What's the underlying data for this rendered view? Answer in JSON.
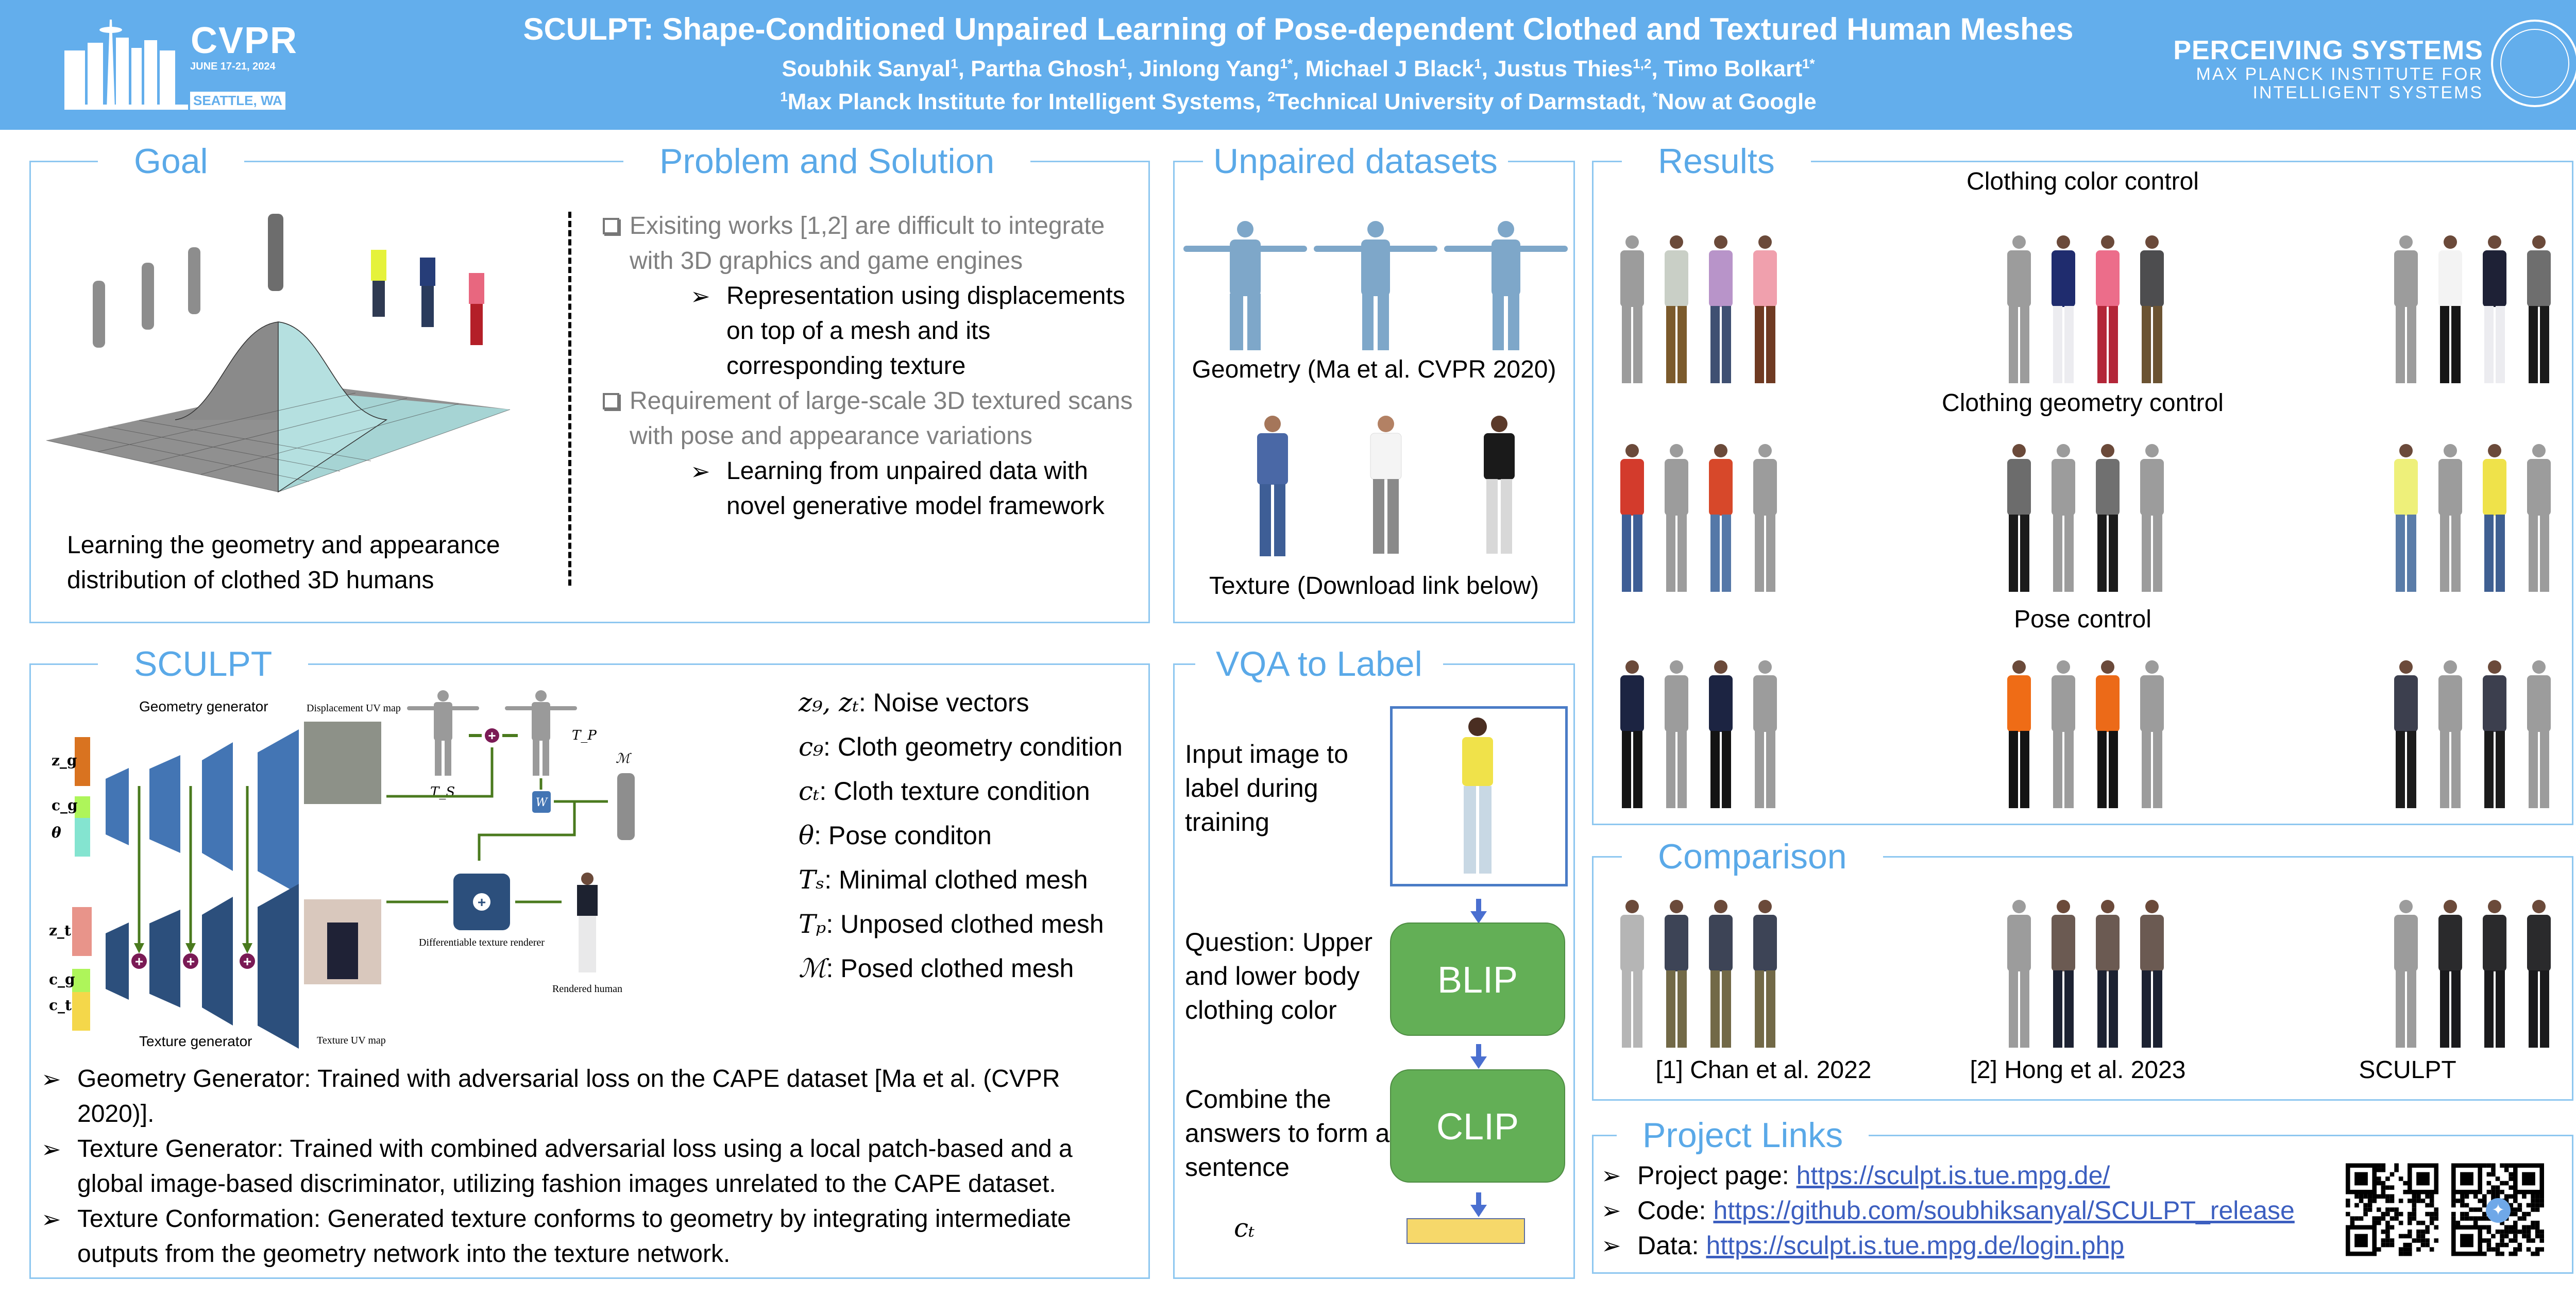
{
  "header": {
    "conference": {
      "name": "CVPR",
      "dates": "JUNE 17-21, 2024",
      "location": "SEATTLE, WA"
    },
    "title": "SCULPT: Shape-Conditioned Unpaired Learning of Pose-dependent Clothed and Textured Human Meshes",
    "authors": [
      {
        "name": "Soubhik Sanyal",
        "sup": "1"
      },
      {
        "name": "Partha Ghosh",
        "sup": "1"
      },
      {
        "name": "Jinlong Yang",
        "sup": "1*"
      },
      {
        "name": "Michael J Black",
        "sup": "1"
      },
      {
        "name": "Justus Thies",
        "sup": "1,2"
      },
      {
        "name": "Timo Bolkart",
        "sup": "1*"
      }
    ],
    "affiliations": [
      {
        "sup": "1",
        "name": "Max Planck Institute for Intelligent Systems"
      },
      {
        "sup": "2",
        "name": "Technical University of Darmstadt"
      },
      {
        "sup": "*",
        "name": "Now at Google"
      }
    ],
    "institute": {
      "group": "PERCEIVING SYSTEMS",
      "line1": "MAX PLANCK INSTITUTE FOR",
      "line2": "INTELLIGENT SYSTEMS"
    }
  },
  "goal": {
    "title": "Goal",
    "caption_line1": "Learning the geometry and appearance",
    "caption_line2": "distribution of clothed 3D humans"
  },
  "problem": {
    "title": "Problem and Solution",
    "items": [
      {
        "problem": "Exisiting works [1,2] are difficult to integrate with 3D graphics and game engines",
        "solution": "Representation using displacements on top of a mesh and its corresponding texture"
      },
      {
        "problem": "Requirement of large-scale 3D textured scans with pose and appearance variations",
        "solution": "Learning from unpaired data with novel generative model framework"
      }
    ]
  },
  "unpaired": {
    "title": "Unpaired datasets",
    "geometry_caption": "Geometry (Ma et al. CVPR 2020)",
    "texture_caption": "Texture (Download link below)"
  },
  "results": {
    "title": "Results",
    "sections": [
      {
        "label": "Clothing color control"
      },
      {
        "label": "Clothing geometry control"
      },
      {
        "label": "Pose control"
      }
    ]
  },
  "sculpt": {
    "title": "SCULPT",
    "diagram": {
      "geometry_generator": "Geometry generator",
      "texture_generator": "Texture generator",
      "inputs_geometry": [
        "z_g",
        "c_g",
        "θ"
      ],
      "inputs_texture": [
        "z_t",
        "c_g",
        "c_t"
      ],
      "displacement_map": "Displacement UV map",
      "texture_map": "Texture UV map",
      "ts_label": "T_S",
      "tp_label": "T_P",
      "m_label": "ℳ",
      "w_label": "W",
      "renderer": "Differentiable texture renderer",
      "rendered": "Rendered human",
      "colors": {
        "geometry_block": "#4375b4",
        "texture_block": "#2c4f7c",
        "arrow": "#4a7a1e",
        "plus": "#7a1a55",
        "z_g": "#d97320",
        "c_g": "#aef55a",
        "theta": "#84e4d0",
        "z_t": "#e8948a",
        "c_t": "#f4d74a"
      }
    },
    "legend": [
      {
        "symbol": "z₉, zₜ",
        "text": ": Noise vectors"
      },
      {
        "symbol": "c₉",
        "text": ": Cloth geometry condition"
      },
      {
        "symbol": "cₜ",
        "text": ": Cloth texture condition"
      },
      {
        "symbol": "θ",
        "text": ":  Pose conditon"
      },
      {
        "symbol": "Tₛ",
        "text": ":  Minimal clothed mesh"
      },
      {
        "symbol": "Tₚ",
        "text": ":  Unposed clothed mesh"
      },
      {
        "symbol": "ℳ",
        "text": ": Posed clothed mesh"
      }
    ],
    "bullets": [
      "Geometry Generator: Trained with adversarial loss on the CAPE dataset [Ma et al. (CVPR 2020)].",
      "Texture Generator: Trained with combined adversarial loss using a local patch-based and a global image-based discriminator, utilizing fashion images unrelated to the CAPE dataset.",
      "Texture Conformation: Generated texture conforms to geometry by integrating intermediate outputs from the geometry network into the texture network."
    ]
  },
  "vqa": {
    "title": "VQA to Label",
    "step1": "Input image to label during training",
    "step2": "Question: Upper and lower body clothing color",
    "step3": "Combine the answers to form a sentence",
    "output_symbol": "cₜ",
    "blip": "BLIP",
    "clip": "CLIP"
  },
  "comparison": {
    "title": "Comparison",
    "methods": [
      "[1] Chan et al. 2022",
      "[2] Hong et al. 2023",
      "SCULPT"
    ]
  },
  "links": {
    "title": "Project Links",
    "items": [
      {
        "label": "Project page:",
        "url": "https://sculpt.is.tue.mpg.de/"
      },
      {
        "label": "Code:",
        "url": "https://github.com/soubhiksanyal/SCULPT_release"
      },
      {
        "label": "Data:",
        "url": "https://sculpt.is.tue.mpg.de/login.php"
      }
    ]
  }
}
